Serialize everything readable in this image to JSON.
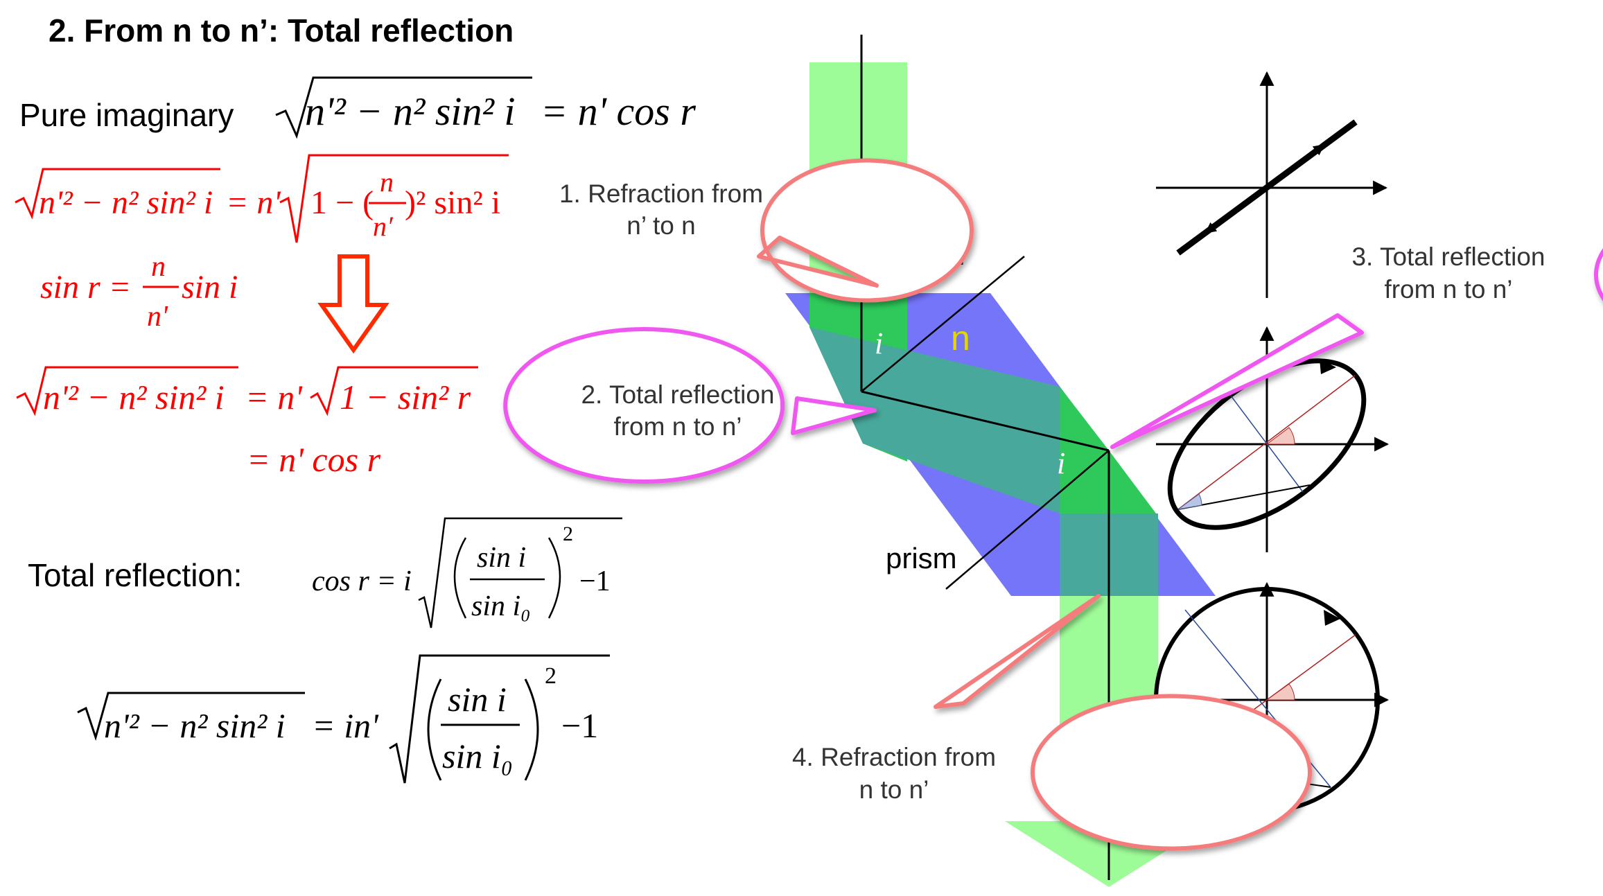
{
  "title": "2. From n to n’: Total reflection",
  "labels": {
    "pure_imaginary": "Pure imaginary",
    "total_reflection": "Total reflection:",
    "n_prime": "n’",
    "n": "n",
    "prism": "prism",
    "angle_i": "i"
  },
  "equations": {
    "top": {
      "lhs": "n'² − n² sin² i",
      "rhs": "= n' cos r"
    },
    "red1": {
      "lhs": "n'² − n² sin² i",
      "mid": "= n'",
      "rad_a": "1 − (",
      "frac_num": "n",
      "frac_den": "n′",
      "rad_b": ")² sin² i"
    },
    "red2": {
      "lhs": "sin r =",
      "frac_num": "n",
      "frac_den": "n'",
      "rhs": "sin i"
    },
    "red3": {
      "lhs": "n'² − n² sin² i",
      "mid": "= n'",
      "rad": "1 − sin² r"
    },
    "red4": "= n' cos r",
    "tr1": {
      "lhs": "cos r = i",
      "num": "sin i",
      "den": "sin i₀",
      "exp": "2",
      "tail": "−1"
    },
    "tr2": {
      "lhs": "n'² − n² sin² i",
      "mid": "= in'",
      "num": "sin i",
      "den": "sin i₀",
      "exp": "2",
      "tail": "−1"
    }
  },
  "callouts": [
    {
      "line1": "1. Refraction from",
      "line2": "n’ to n"
    },
    {
      "line1": "2. Total reflection",
      "line2": "from n to n’"
    },
    {
      "line1": "3. Total reflection",
      "line2": "from n to n’"
    },
    {
      "line1": "4. Refraction from",
      "line2": "n to n’"
    }
  ],
  "colors": {
    "red": "#ff0000",
    "beam_green": "#9efc98",
    "prism_blue": "#7575fa",
    "overlap_green": "#2ec95a",
    "overlap_teal": "#48a89c",
    "callout_red": "#f47c7c",
    "callout_magenta": "#f057f0",
    "yellow": "#e6d600",
    "navy": "#1b2c6e"
  }
}
